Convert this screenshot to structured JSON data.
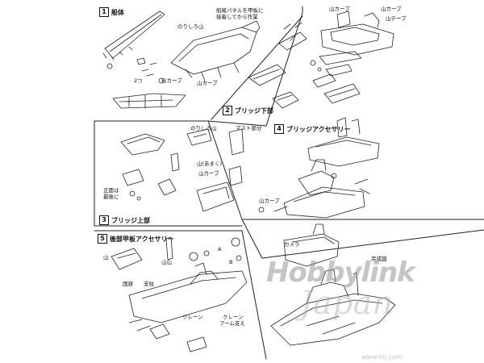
{
  "steps": {
    "s1": {
      "num": "1",
      "title": "船体"
    },
    "s2": {
      "num": "2",
      "title": "ブリッジ下部"
    },
    "s3": {
      "num": "3",
      "title": "ブリッジ上部"
    },
    "s4": {
      "num": "4",
      "title": "ブリッジアクセサリー"
    },
    "s5": {
      "num": "5",
      "title": "後部甲板アクセサリー"
    }
  },
  "labels": {
    "funabata": "のりしろ山",
    "note_line1": "船尾パネルを甲板に",
    "note_line2": "接着してから作業",
    "yamacurve_top": "山カーブ",
    "yamacurve_top2": "山カーブ",
    "tanicurve": "谷カーブ",
    "yamacurve_mid": "山カーブ",
    "yama_tape": "山テープ",
    "two": "2つ",
    "norishiro2": "のりしろ山",
    "mast": "マスト部分",
    "yama_ameku": "山(あまく)",
    "yamacurve_s3": "山カーブ",
    "seimen1": "正面は",
    "seimen2": "最後に",
    "yamacurve_s4": "山カーブ",
    "yama_s5a": "山",
    "kokki": "国旗",
    "shichu": "支柱",
    "yama_s5b": "山山",
    "crane": "クレーン",
    "crane2": "クレーン",
    "arm": "アーム支え",
    "kamera": "カメラ",
    "kanseizu": "完成図",
    "mark_a": "A",
    "mark_b": "B"
  },
  "watermark": {
    "line1": "Hobbylink",
    "line2": "Japan",
    "url": "www.hlj.com"
  }
}
